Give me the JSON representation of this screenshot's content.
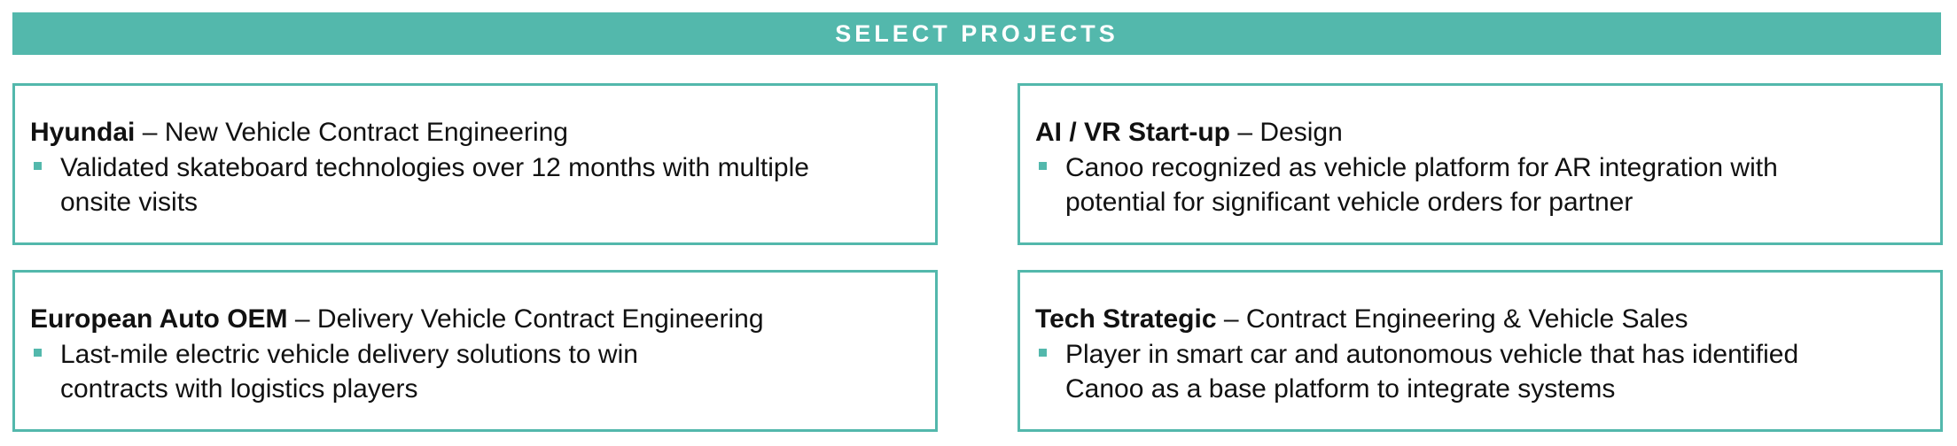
{
  "banner": {
    "title": "SELECT PROJECTS",
    "color": "#53b8ac"
  },
  "projects": [
    {
      "company": "Hyundai",
      "separator": " – ",
      "type": "New Vehicle Contract Engineering",
      "bullet": "Validated skateboard technologies over 12 months with multiple\nonsite visits"
    },
    {
      "company": "AI / VR Start-up",
      "separator": " – ",
      "type": "Design",
      "bullet": "Canoo recognized as vehicle platform for AR integration with\npotential for significant vehicle orders for partner"
    },
    {
      "company": "European Auto OEM",
      "separator": " – ",
      "type": "Delivery Vehicle Contract Engineering",
      "bullet": "Last-mile electric vehicle delivery solutions to win\ncontracts with logistics players"
    },
    {
      "company": "Tech Strategic",
      "separator": " – ",
      "type": "Contract Engineering & Vehicle Sales",
      "bullet": "Player in smart car and autonomous vehicle that has identified\nCanoo as a base platform to integrate systems"
    }
  ]
}
